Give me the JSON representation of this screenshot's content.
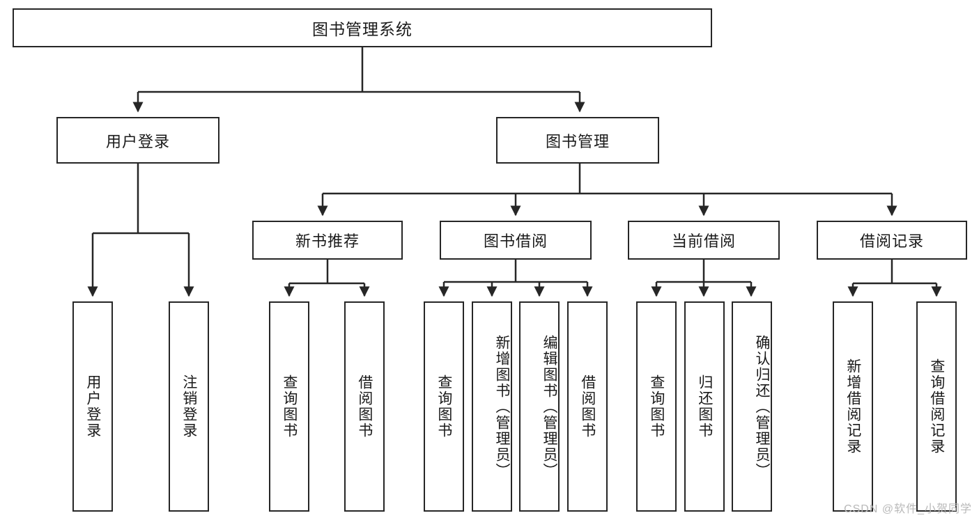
{
  "diagram": {
    "type": "tree",
    "title": "图书管理系统",
    "watermark": "CSDN @软件_小贺同学",
    "colors": {
      "border": "#262626",
      "background": "#ffffff",
      "text": "#1a1a1a",
      "watermark": "#b9b9b9"
    },
    "nodes": {
      "root": {
        "label": "图书管理系统",
        "level": 1
      },
      "user_login": {
        "label": "用户登录",
        "level": 2
      },
      "book_manage": {
        "label": "图书管理",
        "level": 2
      },
      "new_book_rec": {
        "label": "新书推荐",
        "level": 3
      },
      "book_borrow": {
        "label": "图书借阅",
        "level": 3
      },
      "current_borrow": {
        "label": "当前借阅",
        "level": 3
      },
      "borrow_record": {
        "label": "借阅记录",
        "level": 3
      },
      "leaf_user_login": {
        "label": "用户登录",
        "level": 4
      },
      "leaf_logout": {
        "label": "注销登录",
        "level": 4
      },
      "leaf_query_book_1": {
        "label": "查询图书",
        "level": 4
      },
      "leaf_borrow_book_1": {
        "label": "借阅图书",
        "level": 4
      },
      "leaf_query_book_2": {
        "label": "查询图书",
        "level": 4
      },
      "leaf_add_book": {
        "label": "新增图书（管理员）",
        "level": 4
      },
      "leaf_edit_book": {
        "label": "编辑图书（管理员）",
        "level": 4
      },
      "leaf_borrow_book_2": {
        "label": "借阅图书",
        "level": 4
      },
      "leaf_query_book_3": {
        "label": "查询图书",
        "level": 4
      },
      "leaf_return_book": {
        "label": "归还图书",
        "level": 4
      },
      "leaf_confirm_return": {
        "label": "确认归还（管理员）",
        "level": 4
      },
      "leaf_add_record": {
        "label": "新增借阅记录",
        "level": 4
      },
      "leaf_query_record": {
        "label": "查询借阅记录",
        "level": 4
      }
    },
    "edges": [
      {
        "from": "root",
        "to": "user_login"
      },
      {
        "from": "root",
        "to": "book_manage"
      },
      {
        "from": "user_login",
        "to": "leaf_user_login"
      },
      {
        "from": "user_login",
        "to": "leaf_logout"
      },
      {
        "from": "book_manage",
        "to": "new_book_rec"
      },
      {
        "from": "book_manage",
        "to": "book_borrow"
      },
      {
        "from": "book_manage",
        "to": "current_borrow"
      },
      {
        "from": "book_manage",
        "to": "borrow_record"
      },
      {
        "from": "new_book_rec",
        "to": "leaf_query_book_1"
      },
      {
        "from": "new_book_rec",
        "to": "leaf_borrow_book_1"
      },
      {
        "from": "book_borrow",
        "to": "leaf_query_book_2"
      },
      {
        "from": "book_borrow",
        "to": "leaf_add_book"
      },
      {
        "from": "book_borrow",
        "to": "leaf_edit_book"
      },
      {
        "from": "book_borrow",
        "to": "leaf_borrow_book_2"
      },
      {
        "from": "current_borrow",
        "to": "leaf_query_book_3"
      },
      {
        "from": "current_borrow",
        "to": "leaf_return_book"
      },
      {
        "from": "current_borrow",
        "to": "leaf_confirm_return"
      },
      {
        "from": "borrow_record",
        "to": "leaf_add_record"
      },
      {
        "from": "borrow_record",
        "to": "leaf_query_record"
      }
    ]
  }
}
